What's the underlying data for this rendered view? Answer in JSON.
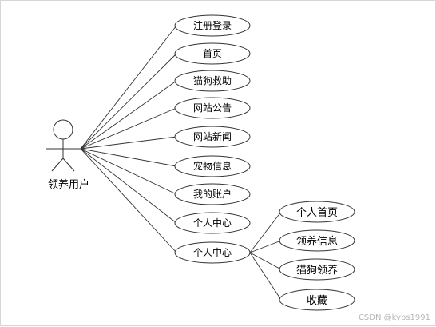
{
  "actor": {
    "label": "领养用户"
  },
  "use_cases": [
    {
      "id": "register-login",
      "label": "注册登录"
    },
    {
      "id": "home",
      "label": "首页"
    },
    {
      "id": "cat-dog-rescue",
      "label": "猫狗救助"
    },
    {
      "id": "site-notice",
      "label": "网站公告"
    },
    {
      "id": "site-news",
      "label": "网站新闻"
    },
    {
      "id": "pet-info",
      "label": "宠物信息"
    },
    {
      "id": "my-account",
      "label": "我的账户"
    },
    {
      "id": "personal-center-1",
      "label": "个人中心"
    },
    {
      "id": "personal-center-2",
      "label": "个人中心"
    }
  ],
  "sub_use_cases": [
    {
      "id": "personal-home",
      "label": "个人首页"
    },
    {
      "id": "adoption-info",
      "label": "领养信息"
    },
    {
      "id": "cat-dog-adoption",
      "label": "猫狗领养"
    },
    {
      "id": "favorites",
      "label": "收藏"
    }
  ],
  "watermark": "CSDN @kybs1991"
}
